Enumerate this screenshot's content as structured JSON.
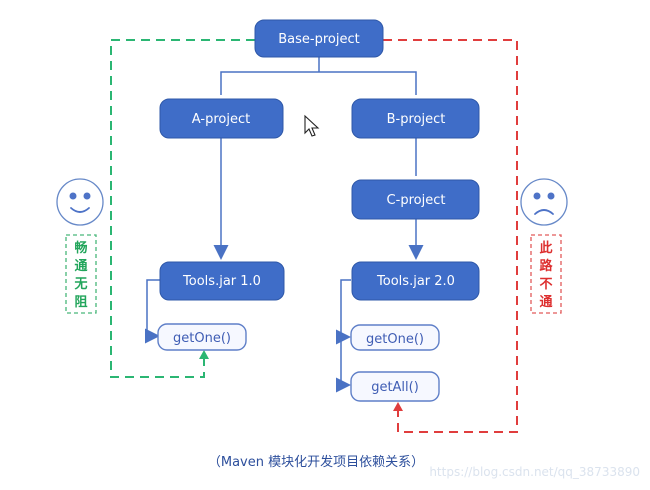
{
  "nodes": {
    "base_project": "Base-project",
    "a_project": "A-project",
    "b_project": "B-project",
    "c_project": "C-project",
    "tools_1": "Tools.jar 1.0",
    "tools_2": "Tools.jar 2.0",
    "left_getone": "getOne()",
    "right_getone": "getOne()",
    "right_getall": "getAll()"
  },
  "side_notes": {
    "left": [
      "畅",
      "通",
      "无",
      "阻"
    ],
    "right": [
      "此",
      "路",
      "不",
      "通"
    ]
  },
  "caption": "（Maven 模块化开发项目依赖关系）",
  "watermark": "https://blog.csdn.net/qq_38733890",
  "colors": {
    "node_fill": "#3f6dc8",
    "node_text": "#ffffff",
    "method_text": "#3f5db4",
    "green_path": "#2bb673",
    "red_path": "#e03d3d"
  },
  "icons": {
    "left_face": "happy-face-icon",
    "right_face": "sad-face-icon",
    "cursor": "mouse-pointer-icon"
  }
}
